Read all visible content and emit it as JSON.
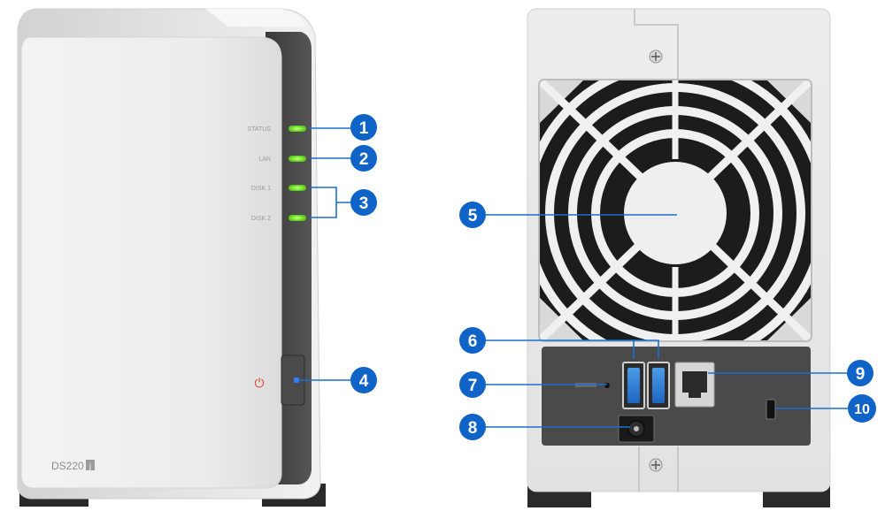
{
  "front_panel": {
    "model_label": "DS220",
    "model_suffix": "j",
    "led_labels": {
      "status": "STATUS",
      "lan": "LAN",
      "disk1": "DISK 1",
      "disk2": "DISK 2"
    },
    "power_symbol": "⏻"
  },
  "callouts": {
    "c1": "1",
    "c2": "2",
    "c3": "3",
    "c4": "4",
    "c5": "5",
    "c6": "6",
    "c7": "7",
    "c8": "8",
    "c9": "9",
    "c10": "10"
  },
  "colors": {
    "callout_blue": "#1064c8",
    "leader_blue": "#1a6fd0",
    "led_green": "#7ee832",
    "power_red": "#e03a2a",
    "power_blue": "#2a7fff"
  }
}
